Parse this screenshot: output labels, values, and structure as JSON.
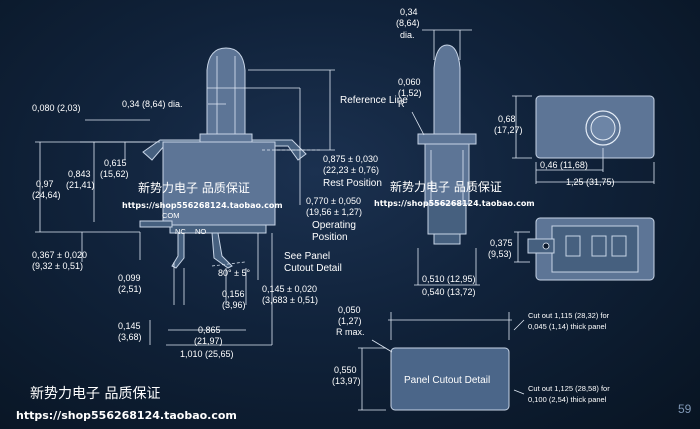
{
  "left_view": {
    "dims": {
      "top_offset": "0,080 (2,03)",
      "plunger_dia": "0,34 (8,64) dia.",
      "reference_line": "Reference Line",
      "d0615": "0,615",
      "d0615_mm": "(15,62)",
      "d097": "0,97",
      "d097_mm": "(24,64)",
      "d0843": "0,843",
      "d0843_mm": "(21,41)",
      "rest_pos_val": "0,875 ± 0,030",
      "rest_pos_mm": "(22,23 ± 0,76)",
      "rest_pos": "Rest Position",
      "op_pos_val": "0,770 ± 0,050",
      "op_pos_mm": "(19,56 ± 1,27)",
      "op_pos": "Operating Position",
      "com": "COM",
      "nc": "NC",
      "no": "NO",
      "d0367": "0,367 ± 0,020",
      "d0367_mm": "(9,32 ± 0,51)",
      "see_panel": "See Panel Cutout Detail",
      "angle": "80° ± 5°",
      "d0099": "0,099",
      "d0099_mm": "(2,51)",
      "d0156": "0,156",
      "d0156_mm": "(3,96)",
      "d0145b": "0,145 ± 0,020",
      "d0145b_mm": "(3,683 ± 0,51)",
      "d0145": "0,145",
      "d0145_mm": "(3,68)",
      "d0865": "0,865",
      "d0865_mm": "(21,97)",
      "d1010": "1,010 (25,65)"
    }
  },
  "side_view": {
    "d034": "0,34",
    "d034_mm": "(8,64)",
    "d034_dia": "dia.",
    "d0060": "0,060",
    "d0060_mm": "(1,52)",
    "r": "R",
    "d0510": "0,510 (12,95)",
    "d0540": "0,540 (13,72)"
  },
  "top_view": {
    "d068": "0,68",
    "d068_mm": "(17,27)",
    "d046": "0,46 (11,68)",
    "d125": "1,25 (31,75)"
  },
  "bottom_view": {
    "d0375": "0,375",
    "d0375_mm": "(9,53)"
  },
  "panel_cutout": {
    "d0050": "0,050",
    "d0050_mm": "(1,27)",
    "rmax": "R max.",
    "d0550": "0,550",
    "d0550_mm": "(13,97)",
    "label": "Panel Cutout Detail",
    "note1_a": "Cut out 1,115 (28,32) for",
    "note1_b": "0,045 (1,14) thick panel",
    "note2_a": "Cut out 1,125 (28,58) for",
    "note2_b": "0,100 (2,54) thick panel"
  },
  "watermark": {
    "text": "新势力电子 品质保证",
    "url": "https://shop556268124.taobao.com"
  },
  "page_number": "59"
}
